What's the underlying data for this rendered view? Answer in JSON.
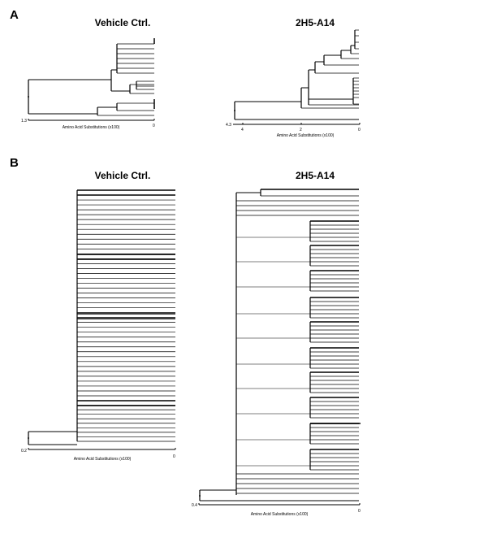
{
  "panels": [
    {
      "letter": "A"
    },
    {
      "letter": "B"
    }
  ],
  "trees": [
    {
      "id": "A-left",
      "title": "Vehicle Ctrl.",
      "axis_label": "Amino Acid Substitutions (x100)",
      "ticks": [
        "1.3",
        "0"
      ]
    },
    {
      "id": "A-right",
      "title": "2H5-A14",
      "axis_label": "Amino Acid Substitutions (x100)",
      "ticks": [
        "4.3",
        "4",
        "2",
        "0"
      ]
    },
    {
      "id": "B-left",
      "title": "Vehicle Ctrl.",
      "axis_label": "Amino Acid Substitutions (x100)",
      "ticks": [
        "0.2",
        "0"
      ]
    },
    {
      "id": "B-right",
      "title": "2H5-A14",
      "axis_label": "Amino Acid Substitutions (x100)",
      "ticks": [
        "0.4",
        "0"
      ]
    }
  ]
}
